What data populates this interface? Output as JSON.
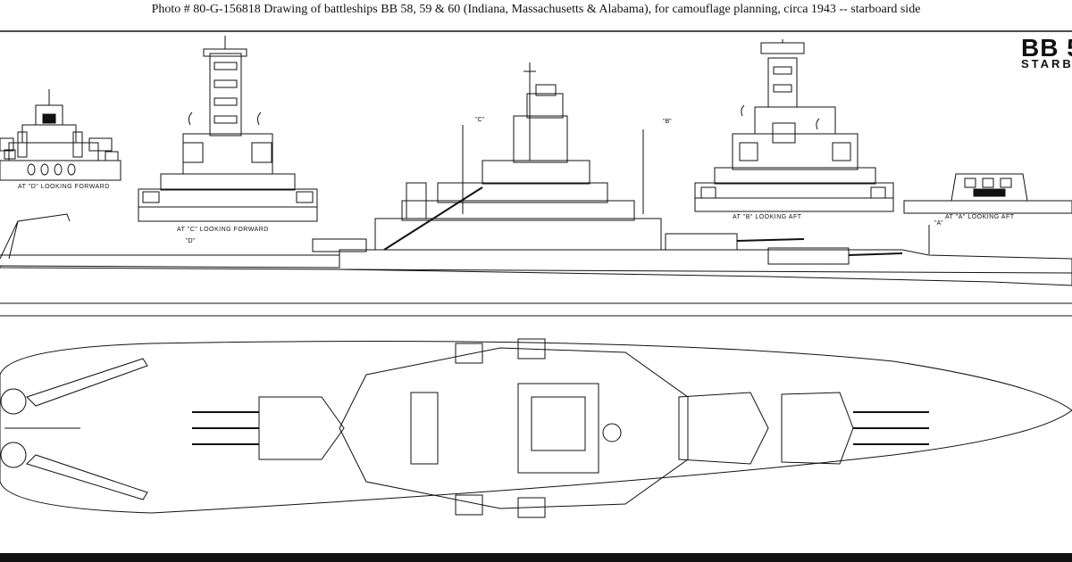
{
  "caption": "Photo #  80-G-156818      Drawing of battleships BB 58, 59 & 60 (Indiana, Massachusetts & Alabama), for camouflage planning, circa 1943 -- starboard side",
  "sheet": {
    "hull_number": "BB 5",
    "side": "STARBO"
  },
  "section_labels": {
    "d": "AT \"D\" LOOKING FORWARD",
    "c": "AT \"C\" LOOKING FORWARD",
    "b": "AT \"B\" LOOKING AFT",
    "a": "AT \"A\" LOOKING AFT"
  },
  "station_markers": {
    "c": "\"C\"",
    "b": "\"B\"",
    "d": "\"D\"",
    "a": "\"A\""
  },
  "colors": {
    "ink": "#111111",
    "paper": "#ffffff"
  }
}
